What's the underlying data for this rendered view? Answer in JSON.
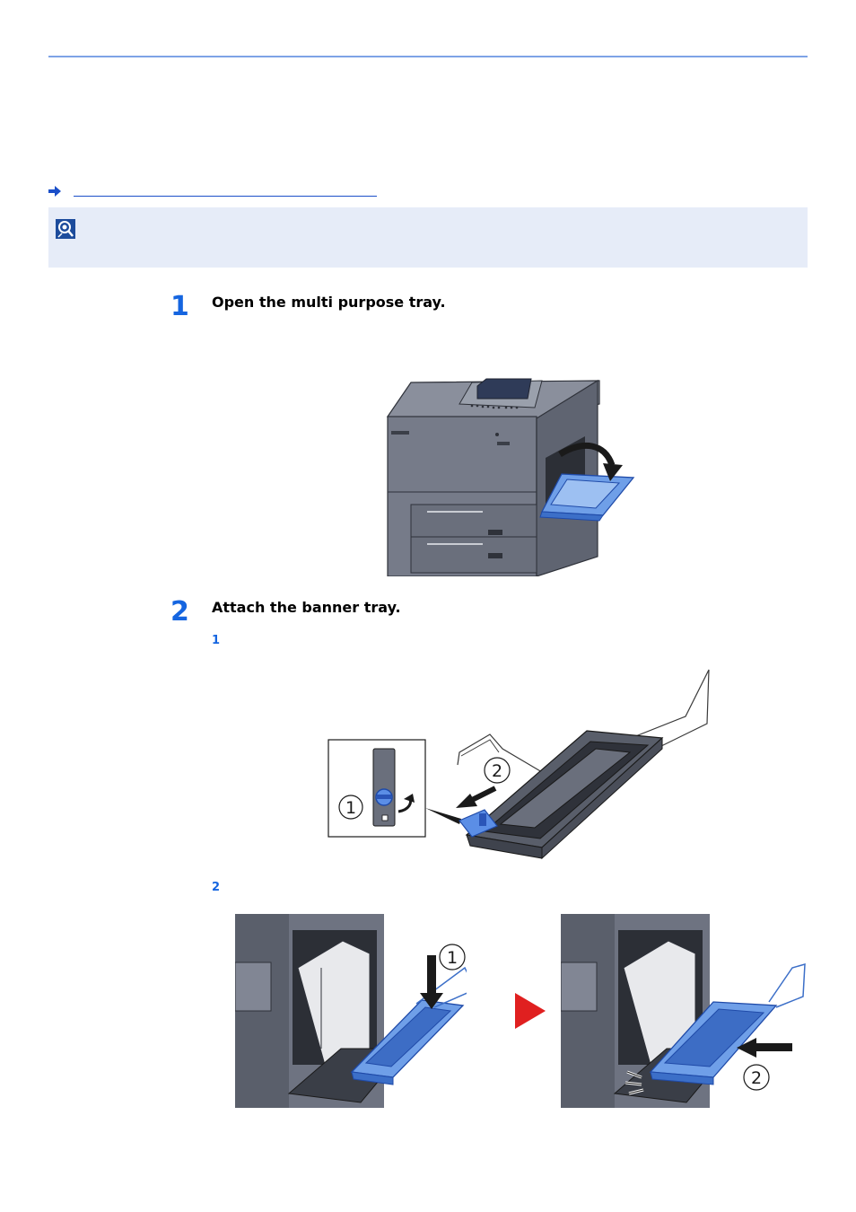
{
  "steps": [
    {
      "number": "1",
      "text": "Open the multi purpose tray."
    },
    {
      "number": "2",
      "text": "Attach the banner tray.",
      "substeps": [
        {
          "number": "1"
        },
        {
          "number": "2"
        }
      ]
    }
  ],
  "figures": {
    "banner_tray": {
      "callout_1": "1",
      "callout_2": "2"
    },
    "attach_left": {
      "callout_1": "1"
    },
    "attach_right": {
      "callout_2": "2"
    }
  },
  "colors": {
    "accent": "#1565e0",
    "rule": "#7ea3e6",
    "note_background": "#e6ecf8",
    "tray_blue": "#5b8ee6",
    "machine_gray": "#6e7381",
    "arrow_red": "#e02020"
  },
  "icons": {
    "link_arrow": "link-arrow-icon",
    "note": "note-magnifier-icon",
    "next_step": "red-triangle-arrow-icon"
  }
}
